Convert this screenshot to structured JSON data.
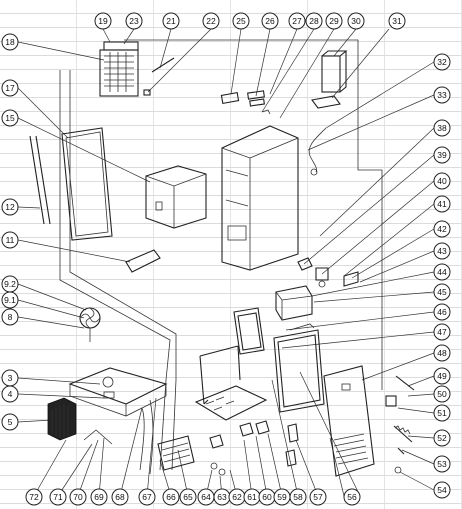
{
  "callouts": [
    {
      "id": "19",
      "label": "19"
    },
    {
      "id": "23",
      "label": "23"
    },
    {
      "id": "21",
      "label": "21"
    },
    {
      "id": "22",
      "label": "22"
    },
    {
      "id": "25",
      "label": "25"
    },
    {
      "id": "26",
      "label": "26"
    },
    {
      "id": "27",
      "label": "27"
    },
    {
      "id": "28",
      "label": "28"
    },
    {
      "id": "29",
      "label": "29"
    },
    {
      "id": "30",
      "label": "30"
    },
    {
      "id": "31",
      "label": "31"
    },
    {
      "id": "18",
      "label": "18"
    },
    {
      "id": "17",
      "label": "17"
    },
    {
      "id": "15",
      "label": "15"
    },
    {
      "id": "32",
      "label": "32"
    },
    {
      "id": "33",
      "label": "33"
    },
    {
      "id": "38",
      "label": "38"
    },
    {
      "id": "39",
      "label": "39"
    },
    {
      "id": "12",
      "label": "12"
    },
    {
      "id": "40",
      "label": "40"
    },
    {
      "id": "41",
      "label": "41"
    },
    {
      "id": "42",
      "label": "42"
    },
    {
      "id": "11",
      "label": "11"
    },
    {
      "id": "43",
      "label": "43"
    },
    {
      "id": "44",
      "label": "44"
    },
    {
      "id": "9.2",
      "label": "9.2"
    },
    {
      "id": "45",
      "label": "45"
    },
    {
      "id": "9.1",
      "label": "9.1"
    },
    {
      "id": "46",
      "label": "46"
    },
    {
      "id": "8",
      "label": "8"
    },
    {
      "id": "47",
      "label": "47"
    },
    {
      "id": "48",
      "label": "48"
    },
    {
      "id": "3",
      "label": "3"
    },
    {
      "id": "4",
      "label": "4"
    },
    {
      "id": "49",
      "label": "49"
    },
    {
      "id": "50",
      "label": "50"
    },
    {
      "id": "5",
      "label": "5"
    },
    {
      "id": "51",
      "label": "51"
    },
    {
      "id": "52",
      "label": "52"
    },
    {
      "id": "53",
      "label": "53"
    },
    {
      "id": "54",
      "label": "54"
    },
    {
      "id": "72",
      "label": "72"
    },
    {
      "id": "71",
      "label": "71"
    },
    {
      "id": "70",
      "label": "70"
    },
    {
      "id": "69",
      "label": "69"
    },
    {
      "id": "68",
      "label": "68"
    },
    {
      "id": "67",
      "label": "67"
    },
    {
      "id": "66",
      "label": "66"
    },
    {
      "id": "65",
      "label": "65"
    },
    {
      "id": "64",
      "label": "64"
    },
    {
      "id": "63",
      "label": "63"
    },
    {
      "id": "62",
      "label": "62"
    },
    {
      "id": "61",
      "label": "61"
    },
    {
      "id": "60",
      "label": "60"
    },
    {
      "id": "59",
      "label": "59"
    },
    {
      "id": "58",
      "label": "58"
    },
    {
      "id": "57",
      "label": "57"
    },
    {
      "id": "56",
      "label": "56"
    }
  ]
}
